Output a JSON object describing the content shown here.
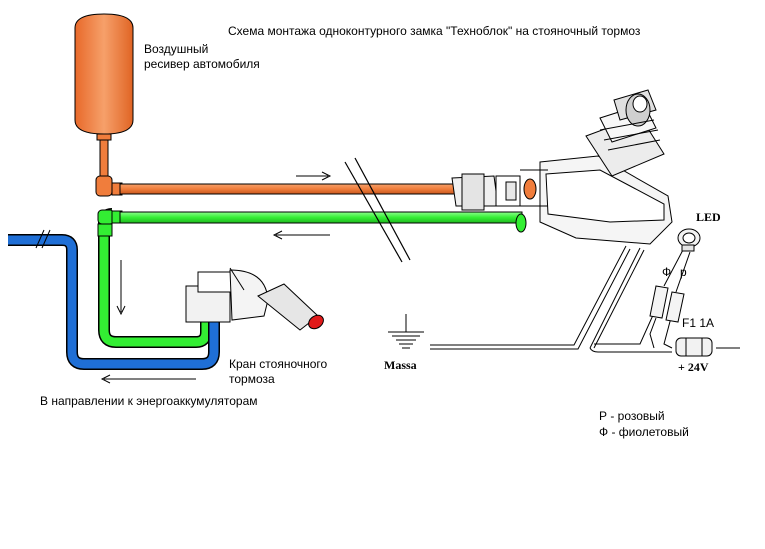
{
  "title": "Схема монтажа одноконтурного замка \"Техноблок\"  на стояночный тормоз",
  "receiver": {
    "line1": "Воздушный",
    "line2": "ресивер  автомобиля"
  },
  "brake_valve": {
    "line1": "Кран стояночного",
    "line2": "тормоза"
  },
  "direction_note": "В направлении к энергоаккумуляторам",
  "ground_label": "Massa",
  "led_label": "LED",
  "wire_labels": {
    "phi": "Ф",
    "p": "р"
  },
  "fuse_label": "F1 1A",
  "voltage_label": "+ 24V",
  "legend": {
    "pink": "Р - розовый",
    "violet": "Ф - фиолетовый"
  },
  "colors": {
    "receiver": "#f07d3c",
    "supply_line": "#f07d3c",
    "control_line": "#33ee33",
    "chamber_line": "#1f6fd6",
    "valve_knob": "#e01a1a",
    "outline": "#000000"
  },
  "icons": [
    "arrow-right-icon",
    "arrow-left-icon",
    "arrow-down-icon",
    "ground-icon",
    "led-icon",
    "fuse-icon",
    "connector-icon"
  ]
}
